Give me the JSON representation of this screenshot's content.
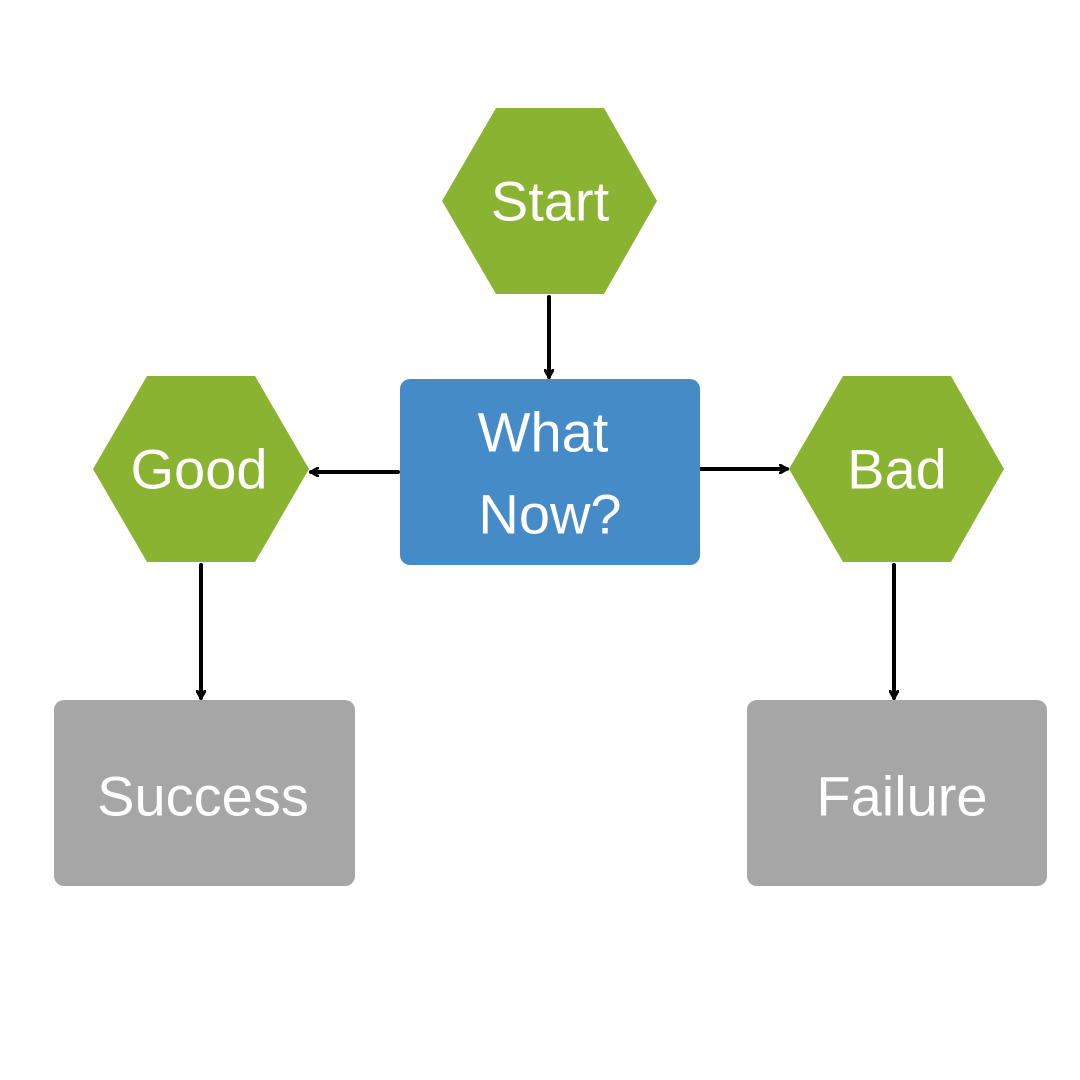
{
  "colors": {
    "hexagon_fill": "#8ab332",
    "decision_fill": "#458bc8",
    "outcome_fill": "#a6a6a6",
    "text": "#ffffff",
    "connector": "#000000"
  },
  "nodes": {
    "start": {
      "label": "Start",
      "shape": "hexagon"
    },
    "decision": {
      "line1": "What",
      "line2": "Now?",
      "shape": "rounded-rectangle"
    },
    "good": {
      "label": "Good",
      "shape": "hexagon"
    },
    "bad": {
      "label": "Bad",
      "shape": "hexagon"
    },
    "success": {
      "label": "Success",
      "shape": "rounded-rectangle"
    },
    "failure": {
      "label": "Failure",
      "shape": "rounded-rectangle"
    }
  },
  "edges": [
    {
      "from": "Start",
      "to": "What Now?"
    },
    {
      "from": "What Now?",
      "to": "Good"
    },
    {
      "from": "What Now?",
      "to": "Bad"
    },
    {
      "from": "Good",
      "to": "Success"
    },
    {
      "from": "Bad",
      "to": "Failure"
    }
  ]
}
